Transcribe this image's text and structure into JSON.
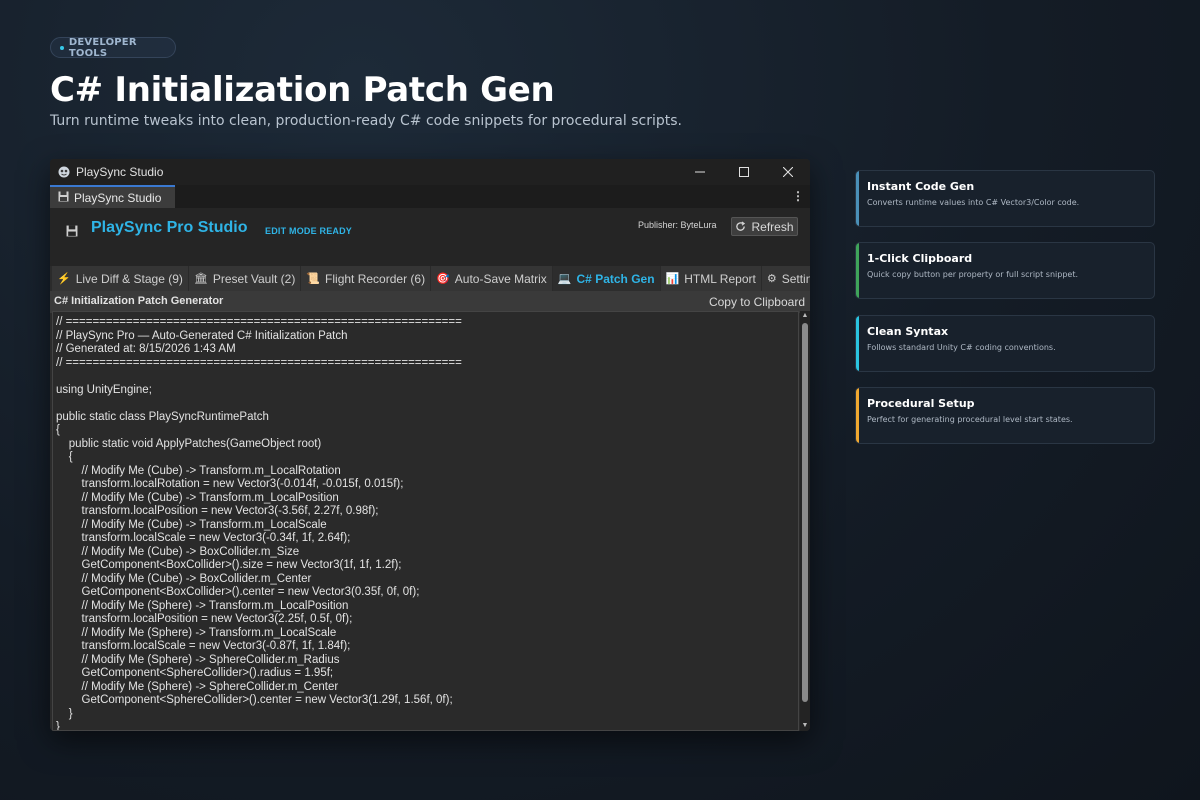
{
  "hero": {
    "badge": "DEVELOPER TOOLS",
    "title": "C# Initialization Patch Gen",
    "subtitle": "Turn runtime tweaks into clean, production-ready C# code snippets for procedural scripts."
  },
  "window": {
    "title": "PlaySync Studio",
    "controls": [
      "minimize",
      "maximize",
      "close"
    ],
    "dock_tab": "PlaySync Studio"
  },
  "header": {
    "brand": "PlaySync Pro Studio",
    "mode": "EDIT MODE READY",
    "publisher": "Publisher: ByteLura",
    "refresh_label": "Refresh"
  },
  "tabs": [
    {
      "label": "Live Diff & Stage (9)",
      "icon": "lightning-icon",
      "glyph": "⚡",
      "active": false
    },
    {
      "label": "Preset Vault (2)",
      "icon": "bank-icon",
      "glyph": "🏛",
      "active": false
    },
    {
      "label": "Flight Recorder (6)",
      "icon": "scroll-icon",
      "glyph": "📜",
      "active": false
    },
    {
      "label": "Auto-Save Matrix",
      "icon": "target-icon",
      "glyph": "🎯",
      "active": false
    },
    {
      "label": "C# Patch Gen",
      "icon": "computer-icon",
      "glyph": "💻",
      "active": true
    },
    {
      "label": "HTML Report",
      "icon": "chart-icon",
      "glyph": "📊",
      "active": false
    },
    {
      "label": "Settings",
      "icon": "gear-icon",
      "glyph": "⚙",
      "active": false
    }
  ],
  "panel": {
    "title": "C# Initialization Patch Generator",
    "copy_label": "Copy to Clipboard"
  },
  "code": "// ===========================================================\n// PlaySync Pro — Auto-Generated C# Initialization Patch\n// Generated at: 8/15/2026 1:43 AM\n// ===========================================================\n\nusing UnityEngine;\n\npublic static class PlaySyncRuntimePatch\n{\n    public static void ApplyPatches(GameObject root)\n    {\n        // Modify Me (Cube) -> Transform.m_LocalRotation\n        transform.localRotation = new Vector3(-0.014f, -0.015f, 0.015f);\n        // Modify Me (Cube) -> Transform.m_LocalPosition\n        transform.localPosition = new Vector3(-3.56f, 2.27f, 0.98f);\n        // Modify Me (Cube) -> Transform.m_LocalScale\n        transform.localScale = new Vector3(-0.34f, 1f, 2.64f);\n        // Modify Me (Cube) -> BoxCollider.m_Size\n        GetComponent<BoxCollider>().size = new Vector3(1f, 1f, 1.2f);\n        // Modify Me (Cube) -> BoxCollider.m_Center\n        GetComponent<BoxCollider>().center = new Vector3(0.35f, 0f, 0f);\n        // Modify Me (Sphere) -> Transform.m_LocalPosition\n        transform.localPosition = new Vector3(2.25f, 0.5f, 0f);\n        // Modify Me (Sphere) -> Transform.m_LocalScale\n        transform.localScale = new Vector3(-0.87f, 1f, 1.84f);\n        // Modify Me (Sphere) -> SphereCollider.m_Radius\n        GetComponent<SphereCollider>().radius = 1.95f;\n        // Modify Me (Sphere) -> SphereCollider.m_Center\n        GetComponent<SphereCollider>().center = new Vector3(1.29f, 1.56f, 0f);\n    }\n}",
  "cards": [
    {
      "title": "Instant Code Gen",
      "desc": "Converts runtime values into C# Vector3/Color code.",
      "accent": "#4a90b8"
    },
    {
      "title": "1-Click Clipboard",
      "desc": "Quick copy button per property or full script snippet.",
      "accent": "#3fa45a"
    },
    {
      "title": "Clean Syntax",
      "desc": "Follows standard Unity C# coding conventions.",
      "accent": "#2ac4e0"
    },
    {
      "title": "Procedural Setup",
      "desc": "Perfect for generating procedural level start states.",
      "accent": "#f0a830"
    }
  ]
}
